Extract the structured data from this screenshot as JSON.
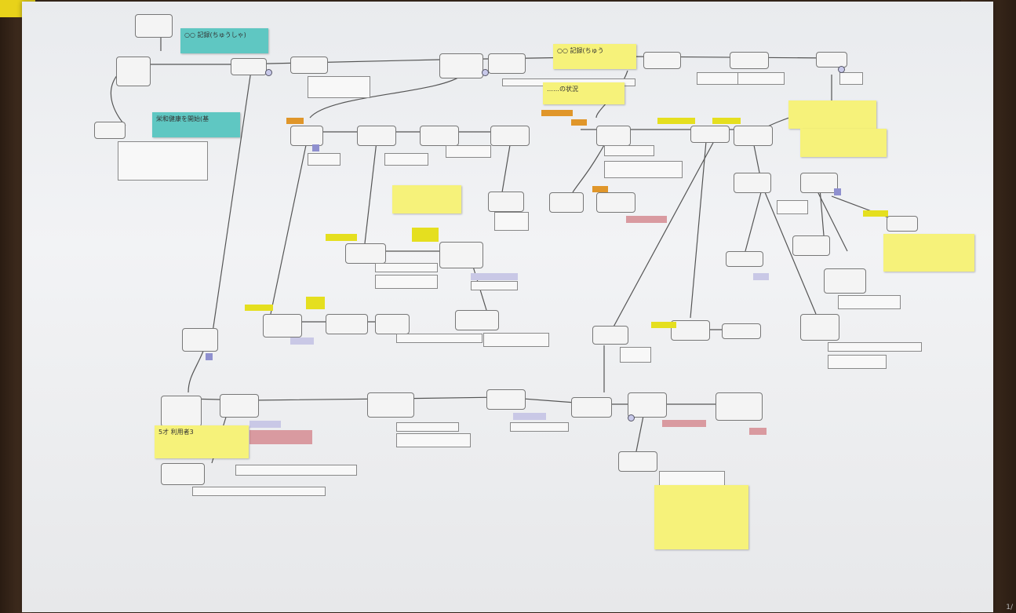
{
  "scene": {
    "description_free": true,
    "page_number": "1/",
    "colors": {
      "paper": "#eceef0",
      "desk": "#3b2a1d",
      "sticky_yellow": "#f6f27a",
      "sticky_teal": "#5fc7c2",
      "tag_yellow": "#e5df1f",
      "tag_orange": "#e0962a",
      "tag_pink": "#d99aa0",
      "tag_lavender": "#c9c8e6"
    }
  },
  "stickies": {
    "teal1": "○○ 記録(ちゅうしゃ)",
    "teal2": "栄和健康を開始(基",
    "y_top": "○○ 記録(ちゅう",
    "y_mid1": "……の状況",
    "y_mid2": "",
    "y_left": "",
    "y_right1": "",
    "y_right2": "",
    "y_right3": "",
    "y_bottom_left": "5才 利用者3",
    "y_bottom": ""
  }
}
